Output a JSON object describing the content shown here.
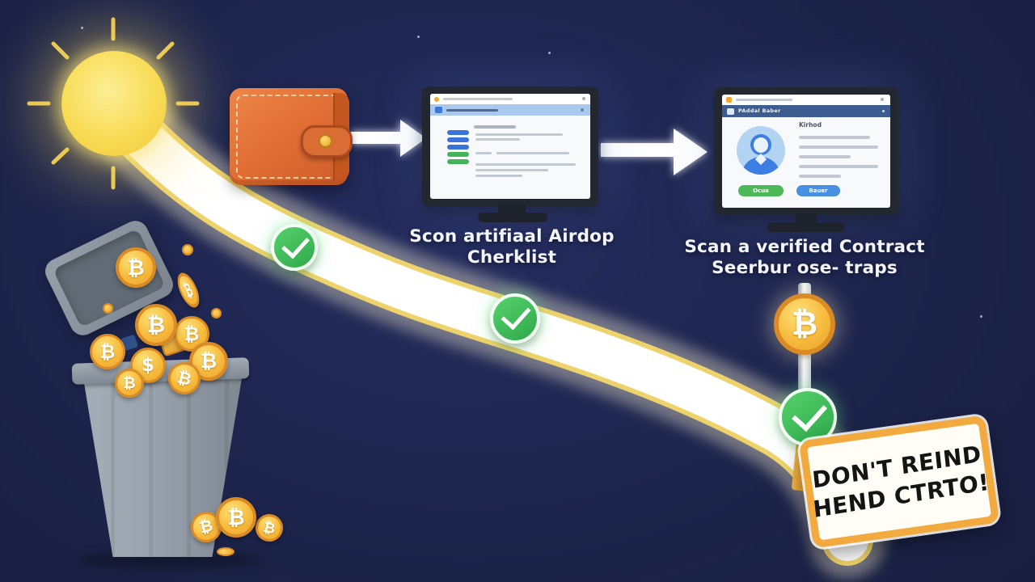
{
  "symbols": {
    "btc": "₿",
    "dollar": "$"
  },
  "captions": {
    "checklist": {
      "line1": "Scon artifiaal Airdop",
      "line2": "Cherklist"
    },
    "contract": {
      "line1": "Scan a verified Contract",
      "line2": "Seerbur ose- traps"
    }
  },
  "sign": {
    "line1": "DON'T REIND",
    "line2": "HEND CTRTO!"
  },
  "monitor2": {
    "header_title": "PAddal Baber",
    "profile_name": "Kirhod",
    "approve_label": "Ocua",
    "reject_label": "Bauer"
  },
  "icons": [
    "sun",
    "wallet-icon",
    "arrow-right-icon",
    "checkmark-icon",
    "bitcoin-coin-icon",
    "trash-can-icon",
    "avatar-icon",
    "shield-icon",
    "browser-icon",
    "warning-sign"
  ],
  "colors": {
    "background": "#1c2349",
    "sun": "#f8dc55",
    "path_edge": "#eed26b",
    "check_green": "#3fbf57",
    "coin_gold": "#f7bb3d",
    "wallet_orange": "#df6c33",
    "sign_border": "#f2a93d",
    "monitor2_header": "#3d5c8f",
    "button_green": "#4cb857",
    "button_blue": "#4a90e2"
  }
}
